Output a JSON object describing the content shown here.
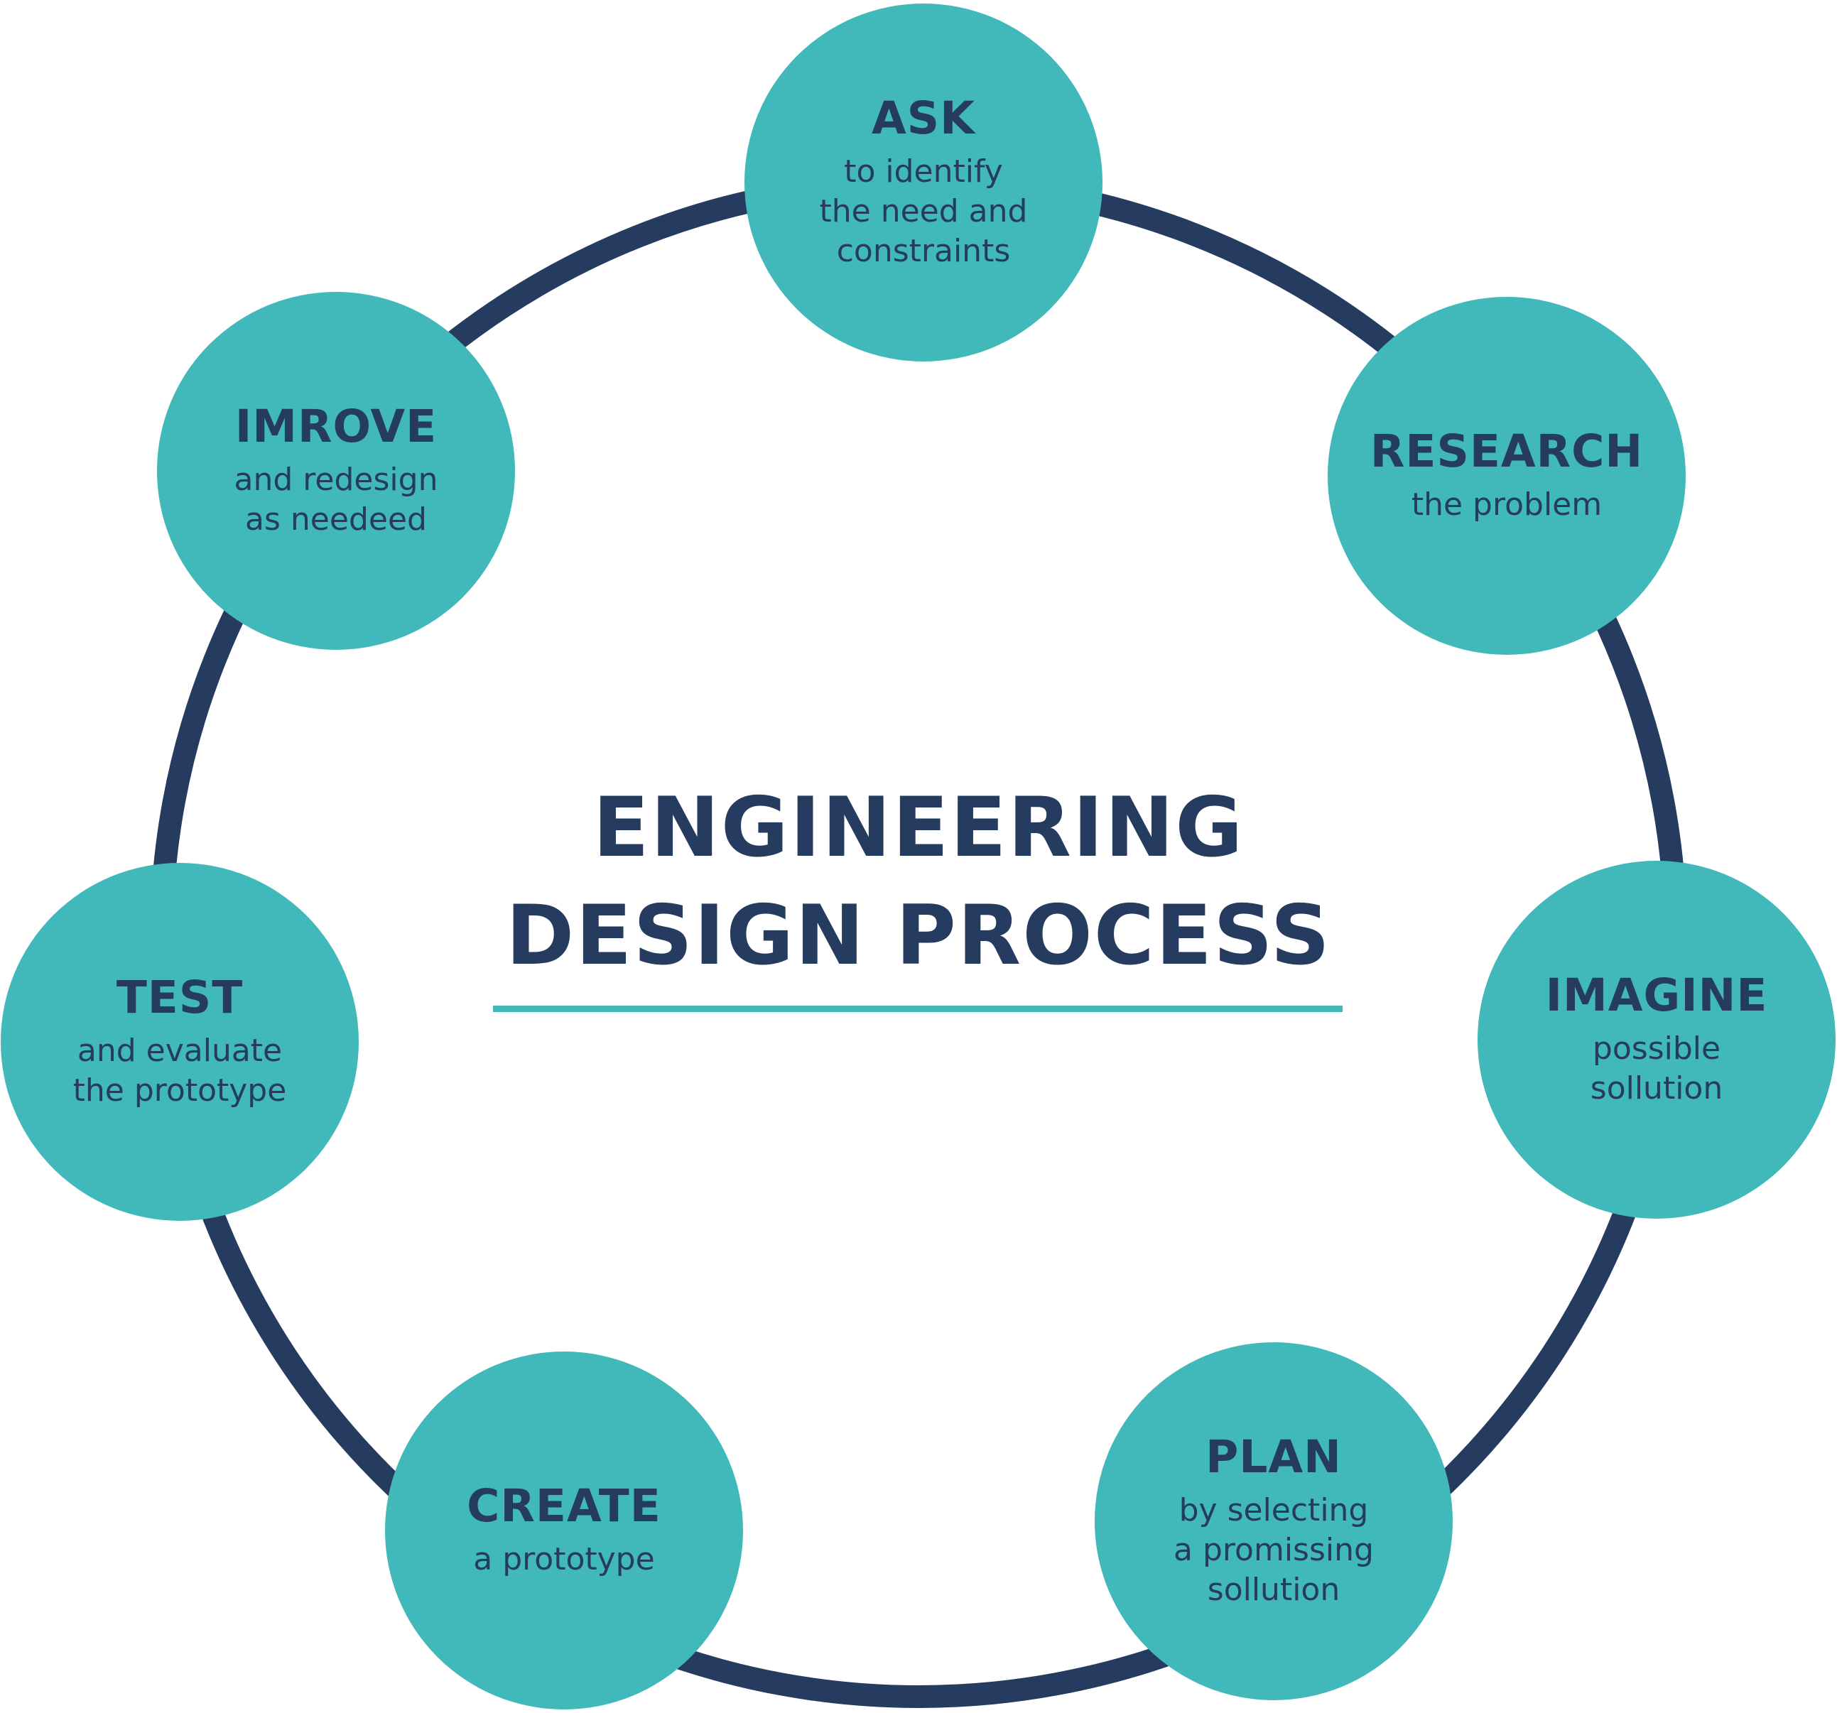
{
  "title": {
    "line1": "ENGINEERING",
    "line2": "DESIGN PROCESS"
  },
  "colors": {
    "ring": "#253b5f",
    "circle_fill": "#41b9ba",
    "text": "#253b5f",
    "accent_rule": "#41b9ba",
    "background": "#ffffff"
  },
  "stages": {
    "ask": {
      "title": "ASK",
      "desc1": "to identify",
      "desc2": "the need and",
      "desc3": "constraints"
    },
    "research": {
      "title": "RESEARCH",
      "desc1": "the problem"
    },
    "imagine": {
      "title": "IMAGINE",
      "desc1": "possible",
      "desc2": "sollution"
    },
    "plan": {
      "title": "PLAN",
      "desc1": "by selecting",
      "desc2": "a promissing",
      "desc3": "sollution"
    },
    "create": {
      "title": "CREATE",
      "desc1": "a prototype"
    },
    "test": {
      "title": "TEST",
      "desc1": "and evaluate",
      "desc2": "the prototype"
    },
    "improve": {
      "title": "IMROVE",
      "desc1": "and redesign",
      "desc2": "as needeed"
    }
  }
}
